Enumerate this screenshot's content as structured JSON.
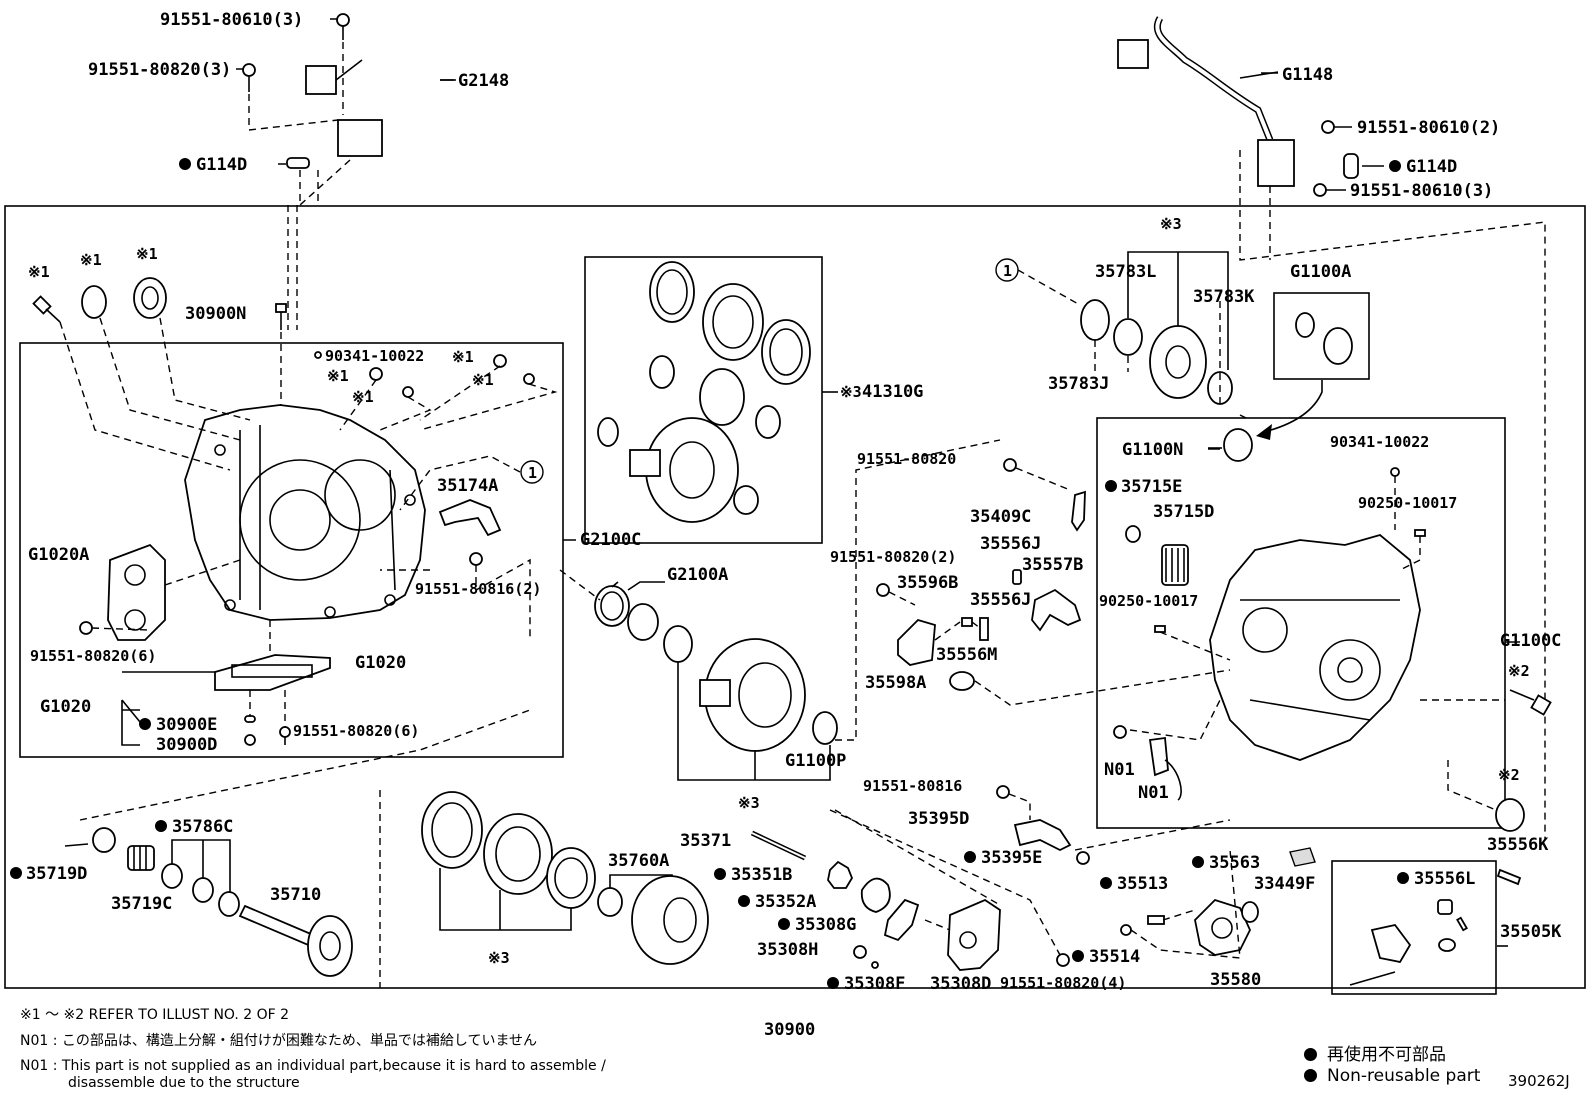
{
  "parts": {
    "p1": "91551-80610(3)",
    "p2": "91551-80820(3)",
    "p3": "G2148",
    "p4": "G114D",
    "p5": "G1148",
    "p6": "91551-80610(2)",
    "p7": "G114D",
    "p8": "91551-80610(3)",
    "p9": "30900N",
    "p10": "90341-10022",
    "p11": "35174A",
    "p12": "G1020A",
    "p13": "91551-80816(2)",
    "p14": "91551-80820(6)",
    "p15": "G1020",
    "p16": "G1020",
    "p17": "30900E",
    "p18": "30900D",
    "p19": "91551-80820(6)",
    "p20": "41310G",
    "p21": "G2100C",
    "p22": "G2100A",
    "p23": "G1100P",
    "p24": "35783L",
    "p25": "35783K",
    "p26": "35783J",
    "p27": "G1100A",
    "p28": "G1100N",
    "p29": "90341-10022",
    "p30": "35715E",
    "p31": "35715D",
    "p32": "90250-10017",
    "p33": "90250-10017",
    "p34": "G1100C",
    "p35": "N01",
    "p36": "N01",
    "p37": "91551-80820",
    "p38": "35409C",
    "p39": "35556J",
    "p40": "35557B",
    "p41": "91551-80820(2)",
    "p42": "35596B",
    "p43": "35556J",
    "p44": "35556M",
    "p45": "35598A",
    "p46": "91551-80816",
    "p47": "35395D",
    "p48": "35395E",
    "p49": "35556K",
    "p50": "35786C",
    "p51": "35719D",
    "p52": "35719C",
    "p53": "35710",
    "p54": "35760A",
    "p55": "35371",
    "p56": "35351B",
    "p57": "35352A",
    "p58": "35308G",
    "p59": "35308H",
    "p60": "35308F",
    "p61": "35308D",
    "p62": "91551-80820(4)",
    "p63": "35513",
    "p64": "35514",
    "p65": "35563",
    "p66": "33449F",
    "p67": "35556L",
    "p68": "35505K",
    "p69": "35580",
    "p70": "30900"
  },
  "marks": {
    "ref1": "※1",
    "ref2": "※2",
    "ref3": "※3",
    "circle1": "1"
  },
  "notes": {
    "refer": "※1 ～ ※2 REFER TO ILLUST NO. 2 OF 2",
    "n01_jp": "N01 : この部品は、構造上分解・組付けが困難なため、単品では補給していません",
    "n01_en_1": "N01 : This part is not supplied as an individual part,because it is hard to assemble /",
    "n01_en_2": "disassemble due to the structure"
  },
  "legend": {
    "jp": "再使用不可部品",
    "en": "Non-reusable part"
  },
  "illustration_code": "390262J"
}
